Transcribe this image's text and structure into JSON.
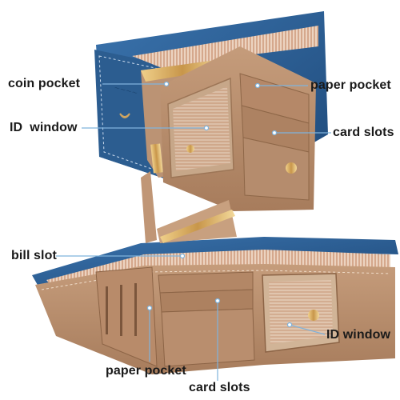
{
  "labels": {
    "coin_pocket": "coin pocket",
    "paper_pocket_top": "paper pocket",
    "id_window_top": "ID  window",
    "card_slots_top": "card slots",
    "bill_slot": "bill slot",
    "id_window_bottom": "ID window",
    "paper_pocket_bottom": "paper pocket",
    "card_slots_bottom": "card slots"
  },
  "colors": {
    "blue_suede": "#2e5f94",
    "tan_leather": "#b88e6c",
    "striped_lining": "#e4bfa6",
    "gold_hardware": "#d0a560",
    "callout_line": "#7fb3dc"
  }
}
